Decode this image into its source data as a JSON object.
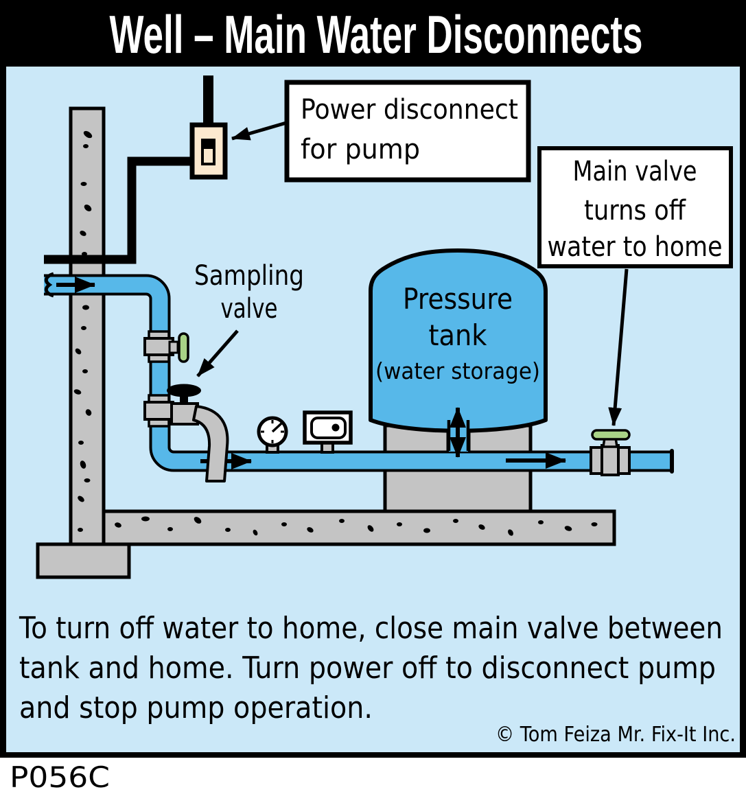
{
  "title": "Well – Main Water Disconnects",
  "callouts": {
    "power_disconnect": {
      "line1": "Power disconnect",
      "line2": "for pump"
    },
    "main_valve": {
      "line1": "Main valve",
      "line2": "turns off",
      "line3": "water to home"
    }
  },
  "labels": {
    "sampling_valve": {
      "line1": "Sampling",
      "line2": "valve"
    },
    "pressure_tank": {
      "line1": "Pressure",
      "line2": "tank",
      "line3": "(water storage)"
    }
  },
  "caption": {
    "line1": "To turn off water to home, close main valve between",
    "line2": "tank and home.  Turn power off to disconnect pump",
    "line3": "and stop pump operation."
  },
  "copyright": "© Tom Feiza Mr. Fix-It Inc.",
  "figure_code": "P056C",
  "colors": {
    "background": "#cbe8f8",
    "water_blue": "#57b8e9",
    "concrete_gray": "#c4c4c4",
    "valve_green": "#a9d387",
    "disconnect_beige": "#fce9cf",
    "ink_black": "#000000",
    "callout_white": "#ffffff"
  }
}
